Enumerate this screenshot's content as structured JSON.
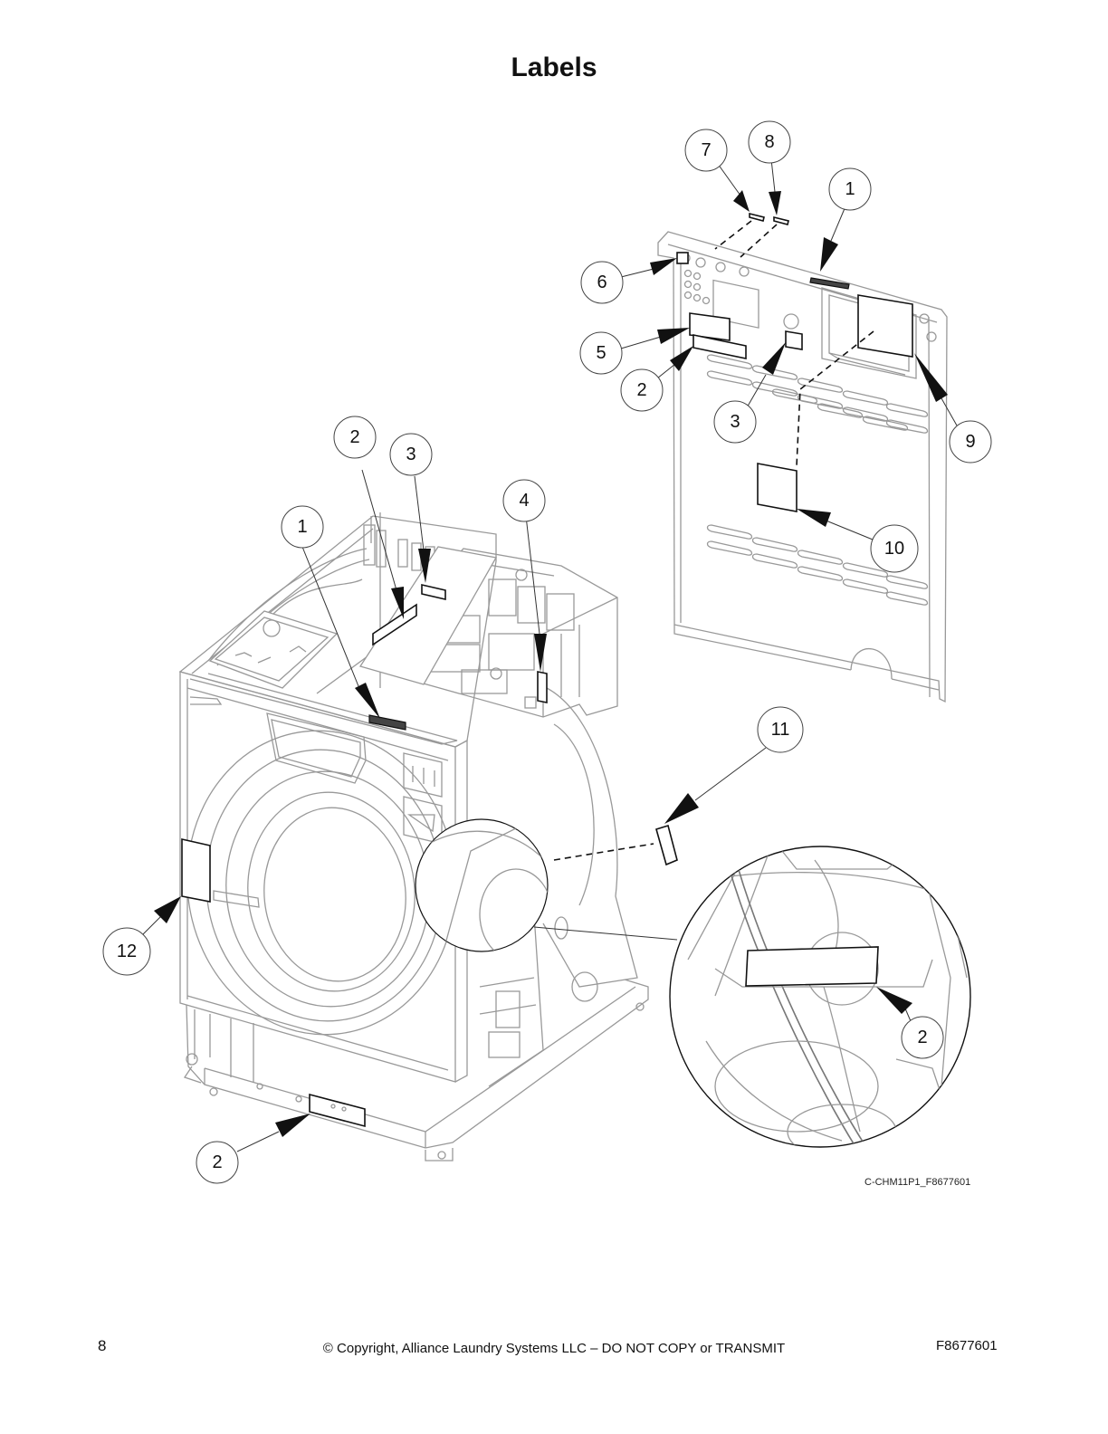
{
  "header": {
    "title": "Labels"
  },
  "diagram": {
    "drawing_id": "C-CHM11P1_F8677601",
    "callouts": [
      {
        "id": "c7",
        "label": "7"
      },
      {
        "id": "c8",
        "label": "8"
      },
      {
        "id": "c1a",
        "label": "1"
      },
      {
        "id": "c6",
        "label": "6"
      },
      {
        "id": "c5",
        "label": "5"
      },
      {
        "id": "c2a",
        "label": "2"
      },
      {
        "id": "c3a",
        "label": "3"
      },
      {
        "id": "c9",
        "label": "9"
      },
      {
        "id": "c10",
        "label": "10"
      },
      {
        "id": "c2b",
        "label": "2"
      },
      {
        "id": "c3b",
        "label": "3"
      },
      {
        "id": "c4",
        "label": "4"
      },
      {
        "id": "c1b",
        "label": "1"
      },
      {
        "id": "c11",
        "label": "11"
      },
      {
        "id": "c12",
        "label": "12"
      },
      {
        "id": "c2c",
        "label": "2"
      },
      {
        "id": "c2d",
        "label": "2"
      }
    ]
  },
  "footer": {
    "page_number": "8",
    "copyright": "© Copyright, Alliance Laundry Systems LLC – DO NOT COPY or TRANSMIT",
    "doc_number": "F8677601"
  }
}
